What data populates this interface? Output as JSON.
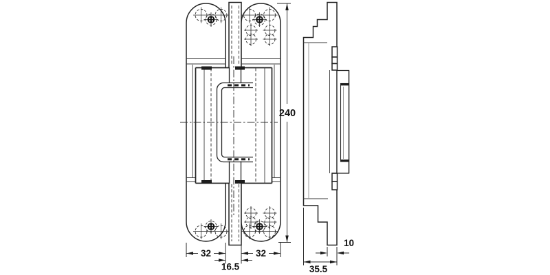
{
  "drawing": {
    "colors": {
      "background": "#ffffff",
      "line": "#222222"
    },
    "front_view": {
      "dims": {
        "overall_height": "240",
        "left_leaf_width": "32",
        "right_leaf_width": "32",
        "center_gap": "16.5"
      }
    },
    "side_view": {
      "dims": {
        "arm_thickness": "10",
        "overall_depth": "35.5"
      }
    }
  }
}
